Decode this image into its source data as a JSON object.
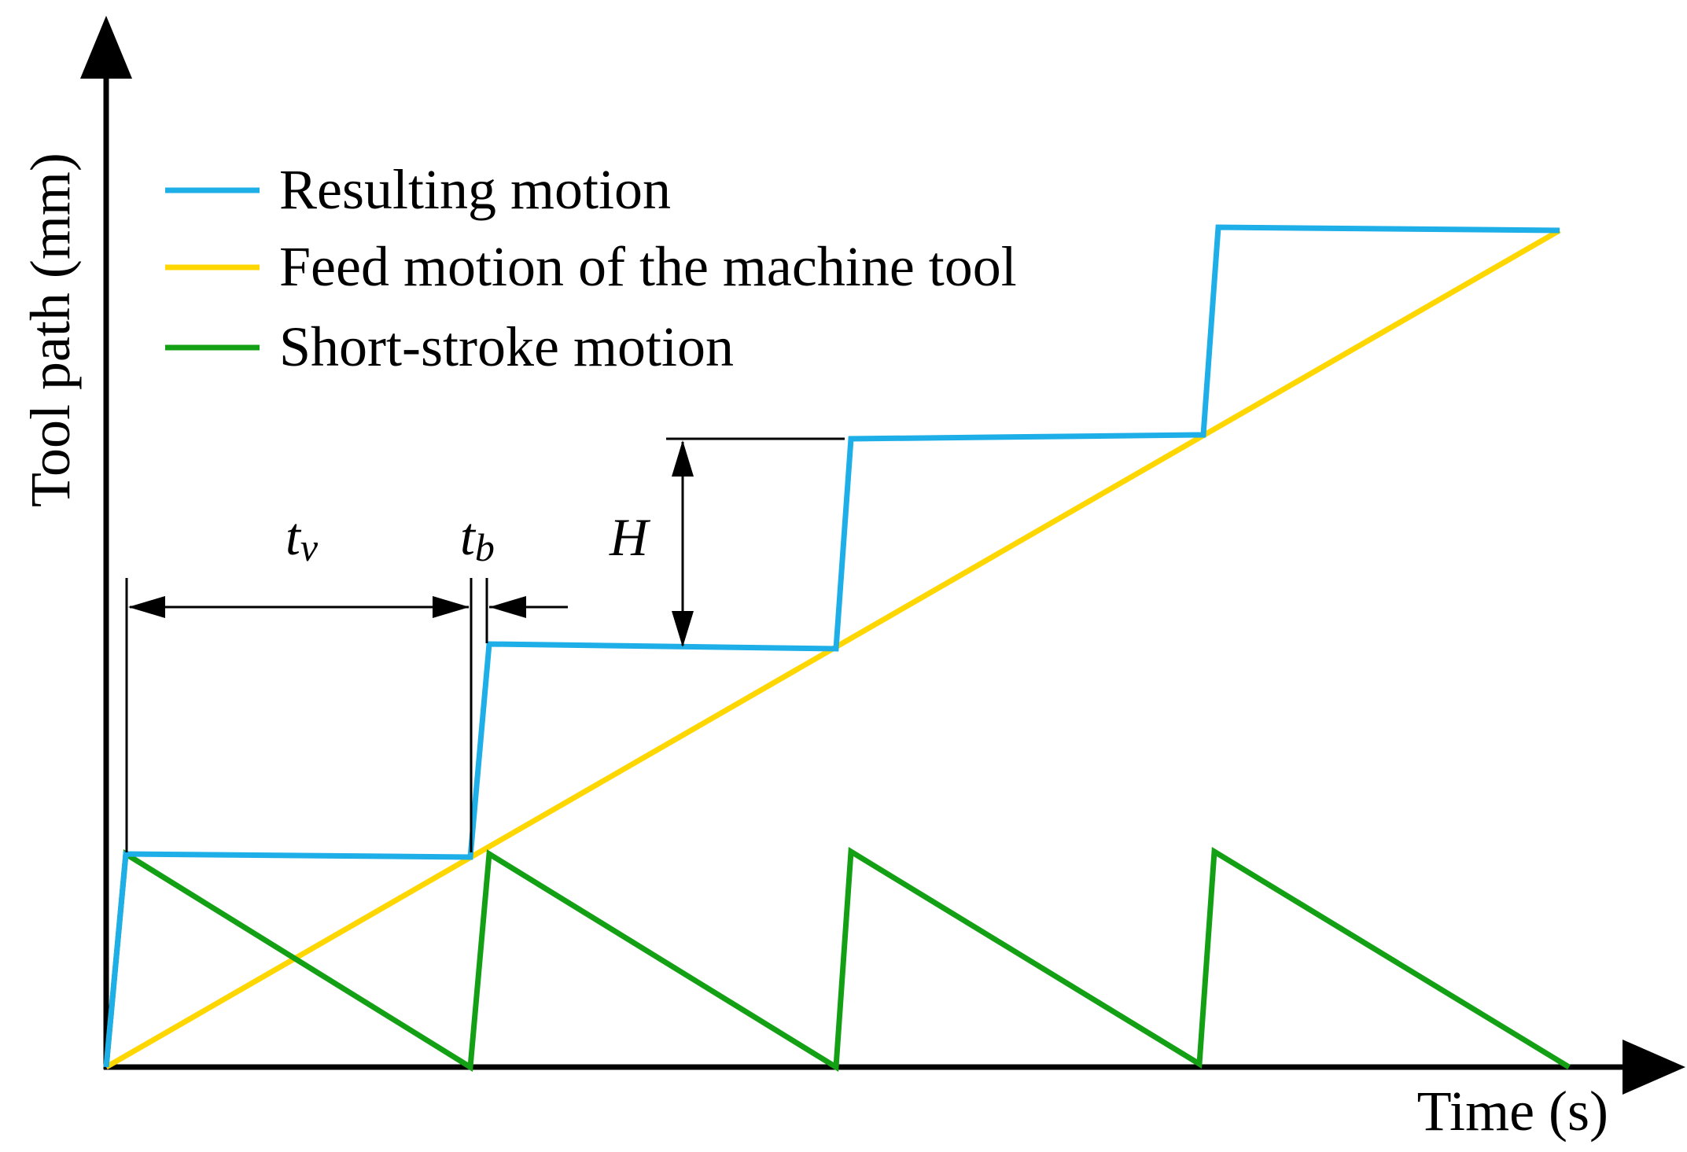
{
  "axes": {
    "y_label": "Tool path (mm)",
    "x_label": "Time (s)"
  },
  "legend": {
    "items": [
      {
        "label": "Resulting motion",
        "color": "#1eaee8"
      },
      {
        "label": "Feed motion of the machine tool",
        "color": "#ffd700"
      },
      {
        "label": "Short-stroke motion",
        "color": "#14a014"
      }
    ]
  },
  "annotations": {
    "tv": {
      "main": "t",
      "sub": "v"
    },
    "tb": {
      "main": "t",
      "sub": "b"
    },
    "H": "H"
  },
  "colors": {
    "axis": "#000000",
    "resulting": "#1eaee8",
    "feed": "#ffd700",
    "short_stroke": "#14a014"
  }
}
